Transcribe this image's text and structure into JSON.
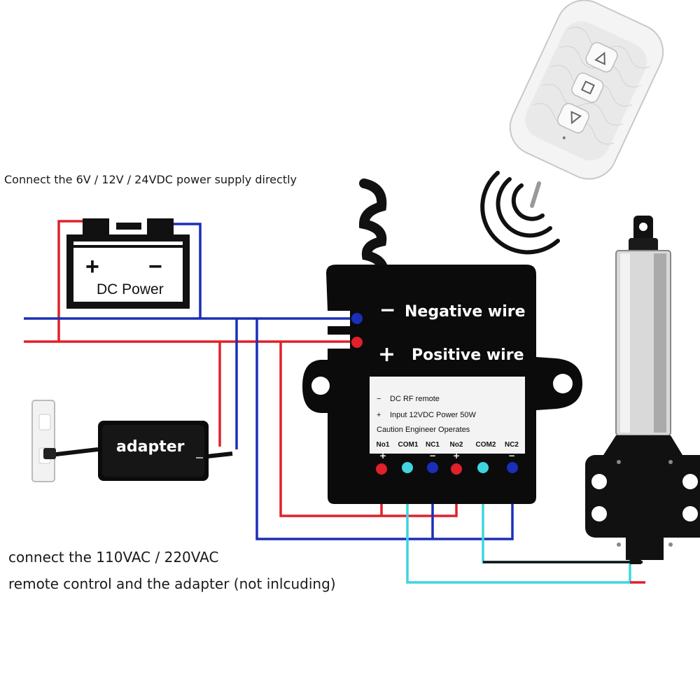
{
  "notes": {
    "top": "Connect the  6V / 12V / 24VDC power supply directly",
    "bottom_line1": "connect the 110VAC / 220VAC",
    "bottom_line2": "remote control and the adapter (not inlcuding)"
  },
  "battery": {
    "plus": "+",
    "minus": "−",
    "label": "DC Power"
  },
  "adapter": {
    "label": "adapter"
  },
  "controller": {
    "negative_sign": "−",
    "negative_label": "Negative wire",
    "positive_sign": "+",
    "positive_label": "Positive wire",
    "panel": {
      "line1_sign": "−",
      "line1": "DC RF remote",
      "line2_sign": "+",
      "line2": "Input 12VDC  Power 50W",
      "line3": "Caution Engineer Operates"
    },
    "terminals": [
      {
        "name": "No1",
        "polarity": "+"
      },
      {
        "name": "COM1",
        "polarity": ""
      },
      {
        "name": "NC1",
        "polarity": "−"
      },
      {
        "name": "No2",
        "polarity": "+"
      },
      {
        "name": "COM2",
        "polarity": ""
      },
      {
        "name": "NC2",
        "polarity": "−"
      }
    ]
  },
  "colors": {
    "red_wire": "#e0202a",
    "blue_wire": "#1a2fb8",
    "cyan_wire": "#3fd4e0",
    "black_wire": "#111111",
    "device_body": "#0b0b0b"
  }
}
